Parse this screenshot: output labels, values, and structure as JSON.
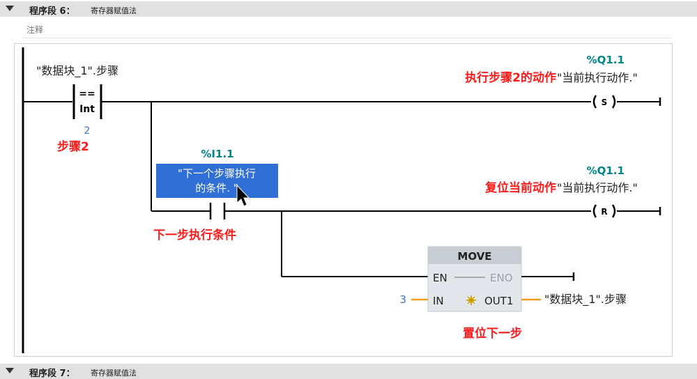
{
  "networks": [
    {
      "title": "程序段 6：",
      "subtitle": "寄存器赋值法"
    },
    {
      "title": "程序段 7：",
      "subtitle": "寄存器赋值法"
    }
  ],
  "comment_placeholder": "注释",
  "compare": {
    "operand": "\"数据块_1\".步骤",
    "op": "==",
    "dtype": "Int",
    "value": "2",
    "annotation": "步骤2"
  },
  "set_coil": {
    "address": "%Q1.1",
    "annotation": "执行步骤2的动作",
    "tag": "\"当前执行动作.\"",
    "type": "S"
  },
  "contact": {
    "address": "%I1.1",
    "tag_line1": "\"下一个步骤执行",
    "tag_line2": "的条件. \"",
    "annotation": "下一步执行条件"
  },
  "reset_coil": {
    "address": "%Q1.1",
    "annotation": "复位当前动作",
    "tag": "\"当前执行动作.\"",
    "type": "R"
  },
  "move_box": {
    "title": "MOVE",
    "en": "EN",
    "eno": "ENO",
    "in": "IN",
    "out": "OUT1",
    "in_value": "3",
    "out_tag": "\"数据块_1\".步骤",
    "annotation": "置位下一步"
  },
  "colors": {
    "rung": "#000000",
    "address": "#00838f",
    "annotation": "#ff1a1a",
    "value": "#3a78c4",
    "selection": "#2f6fd6",
    "move_header": "#c8cdd3",
    "move_body": "#e3e6ea",
    "connector": "#f0a020"
  }
}
